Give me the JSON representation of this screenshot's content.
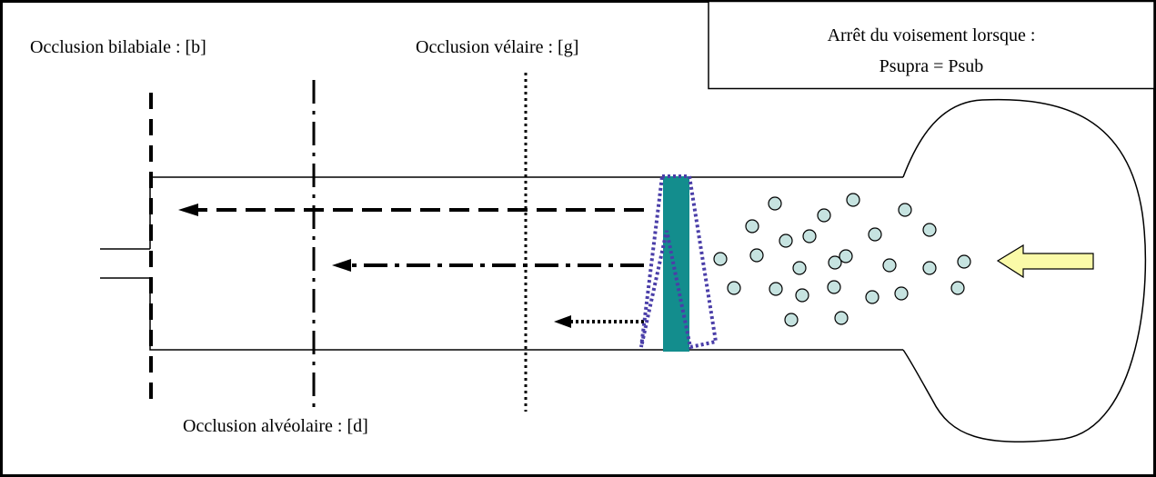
{
  "labels": {
    "bilabial": "Occlusion bilabiale : [b]",
    "velar": "Occlusion vélaire : [g]",
    "alveolar": "Occlusion alvéolaire : [d]",
    "note_line1": "Arrêt du voisement lorsque :",
    "note_line2": "Psupra = Psub"
  },
  "colors": {
    "glottis": "#138d8d",
    "folds_outline": "#4a3ea8",
    "particle_fill": "#c6e3e0",
    "airflow_arrow": "#fafaa8"
  },
  "icons": {
    "airflow": "block-arrow-left"
  }
}
